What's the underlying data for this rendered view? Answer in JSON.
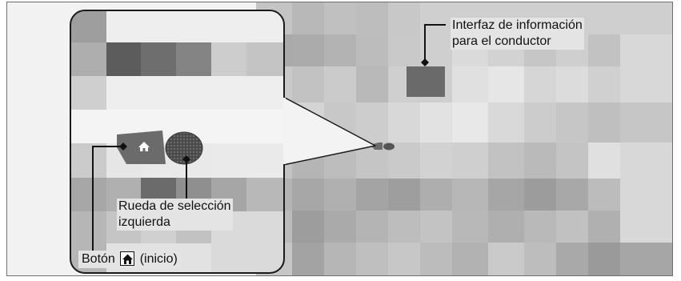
{
  "labels": {
    "driver_interface_line1": "Interfaz de información",
    "driver_interface_line2": "para el conductor",
    "left_wheel_line1": "Rueda de selección",
    "left_wheel_line2": "izquierda",
    "home_button_prefix": "Botón",
    "home_button_suffix": "(inicio)"
  },
  "colors": {
    "frame_border": "#6f6f6f",
    "zoom_outline": "#1a1a1a",
    "button_fill": "#6b6b6b",
    "wheel_fill": "#555555",
    "leader_line": "#111111"
  },
  "icons": [
    "home-icon"
  ]
}
